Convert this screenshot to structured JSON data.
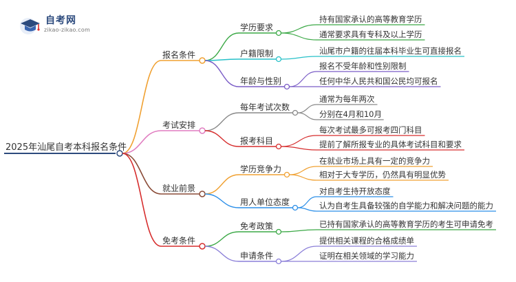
{
  "brand": {
    "name": "自考网",
    "url": "zikao-zikao.com"
  },
  "mindmap": {
    "root": "2025年汕尾自考本科报名条件",
    "branches": [
      {
        "label": "报名条件",
        "color": "#f0a030",
        "children": [
          {
            "label": "学历要求",
            "color": "#3aa845",
            "leaves": [
              "持有国家承认的高等教育学历",
              "通常要求具有专科及以上学历"
            ]
          },
          {
            "label": "户籍限制",
            "color": "#26c0c8",
            "leaves": [
              "汕尾市户籍的往届本科毕业生可直接报名"
            ]
          },
          {
            "label": "年龄与性别",
            "color": "#7a5cc6",
            "leaves": [
              "报名不受年龄和性别限制",
              "任何中华人民共和国公民均可报名"
            ]
          }
        ]
      },
      {
        "label": "考试安排",
        "color": "#e07cc0",
        "children": [
          {
            "label": "每年考试次数",
            "color": "#888888",
            "leaves": [
              "通常为每年两次",
              "分别在4月和10月"
            ]
          },
          {
            "label": "报考科目",
            "color": "#d62c2c",
            "leaves": [
              "每次考试最多可报考四门科目",
              "提前了解所报专业的具体考试科目和要求"
            ]
          }
        ]
      },
      {
        "label": "就业前景",
        "color": "#8a4a36",
        "children": [
          {
            "label": "学历竞争力",
            "color": "#f0a030",
            "leaves": [
              "在就业市场上具有一定的竞争力",
              "相对于大专学历，仍然具有明显优势"
            ]
          },
          {
            "label": "用人单位态度",
            "color": "#2a8ee8",
            "leaves": [
              "对自考生持开放态度",
              "认为自考生具备较强的自学能力和解决问题的能力"
            ]
          }
        ]
      },
      {
        "label": "免考条件",
        "color": "#d62c2c",
        "children": [
          {
            "label": "免考政策",
            "color": "#3aa845",
            "leaves": [
              "已持有国家承认的高等教育学历的考生可申请免考"
            ]
          },
          {
            "label": "申请条件",
            "color": "#8a7ed8",
            "leaves": [
              "提供相关课程的合格成绩单",
              "证明在相关领域的学习能力"
            ]
          }
        ]
      }
    ]
  }
}
